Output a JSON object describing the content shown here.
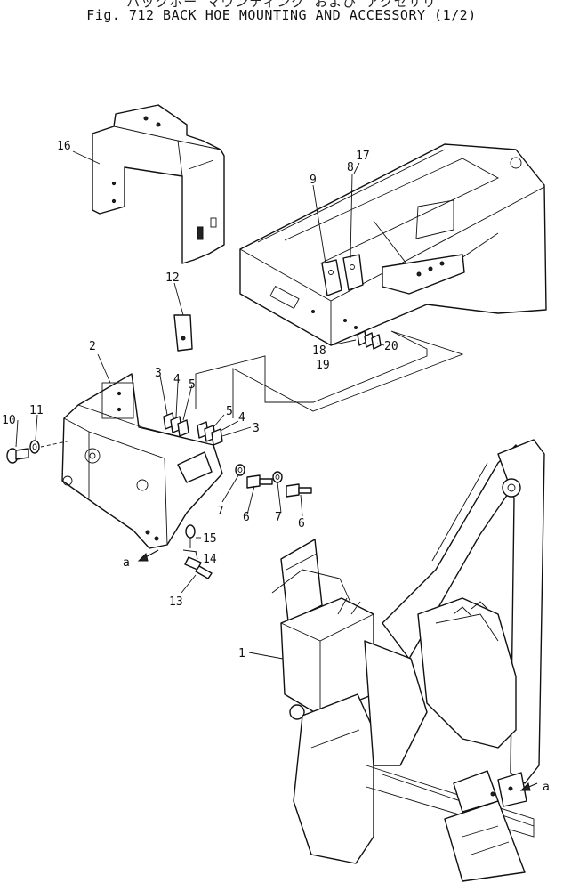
{
  "title_jp": "バックホー マウンティング および アクセサリ",
  "title": "Fig. 712  BACK HOE MOUNTING AND ACCESSORY (1/2)",
  "callouts": {
    "c1": "1",
    "c2": "2",
    "c3a": "3",
    "c3b": "3",
    "c4a": "4",
    "c4b": "4",
    "c5a": "5",
    "c5b": "5",
    "c6a": "6",
    "c6b": "6",
    "c7a": "7",
    "c7b": "7",
    "c8": "8",
    "c9": "9",
    "c10": "10",
    "c11": "11",
    "c12": "12",
    "c13": "13",
    "c14": "14",
    "c15": "15",
    "c16": "16",
    "c17": "17",
    "c18": "18",
    "c19": "19",
    "c20": "20",
    "ca1": "a",
    "ca2": "a"
  }
}
